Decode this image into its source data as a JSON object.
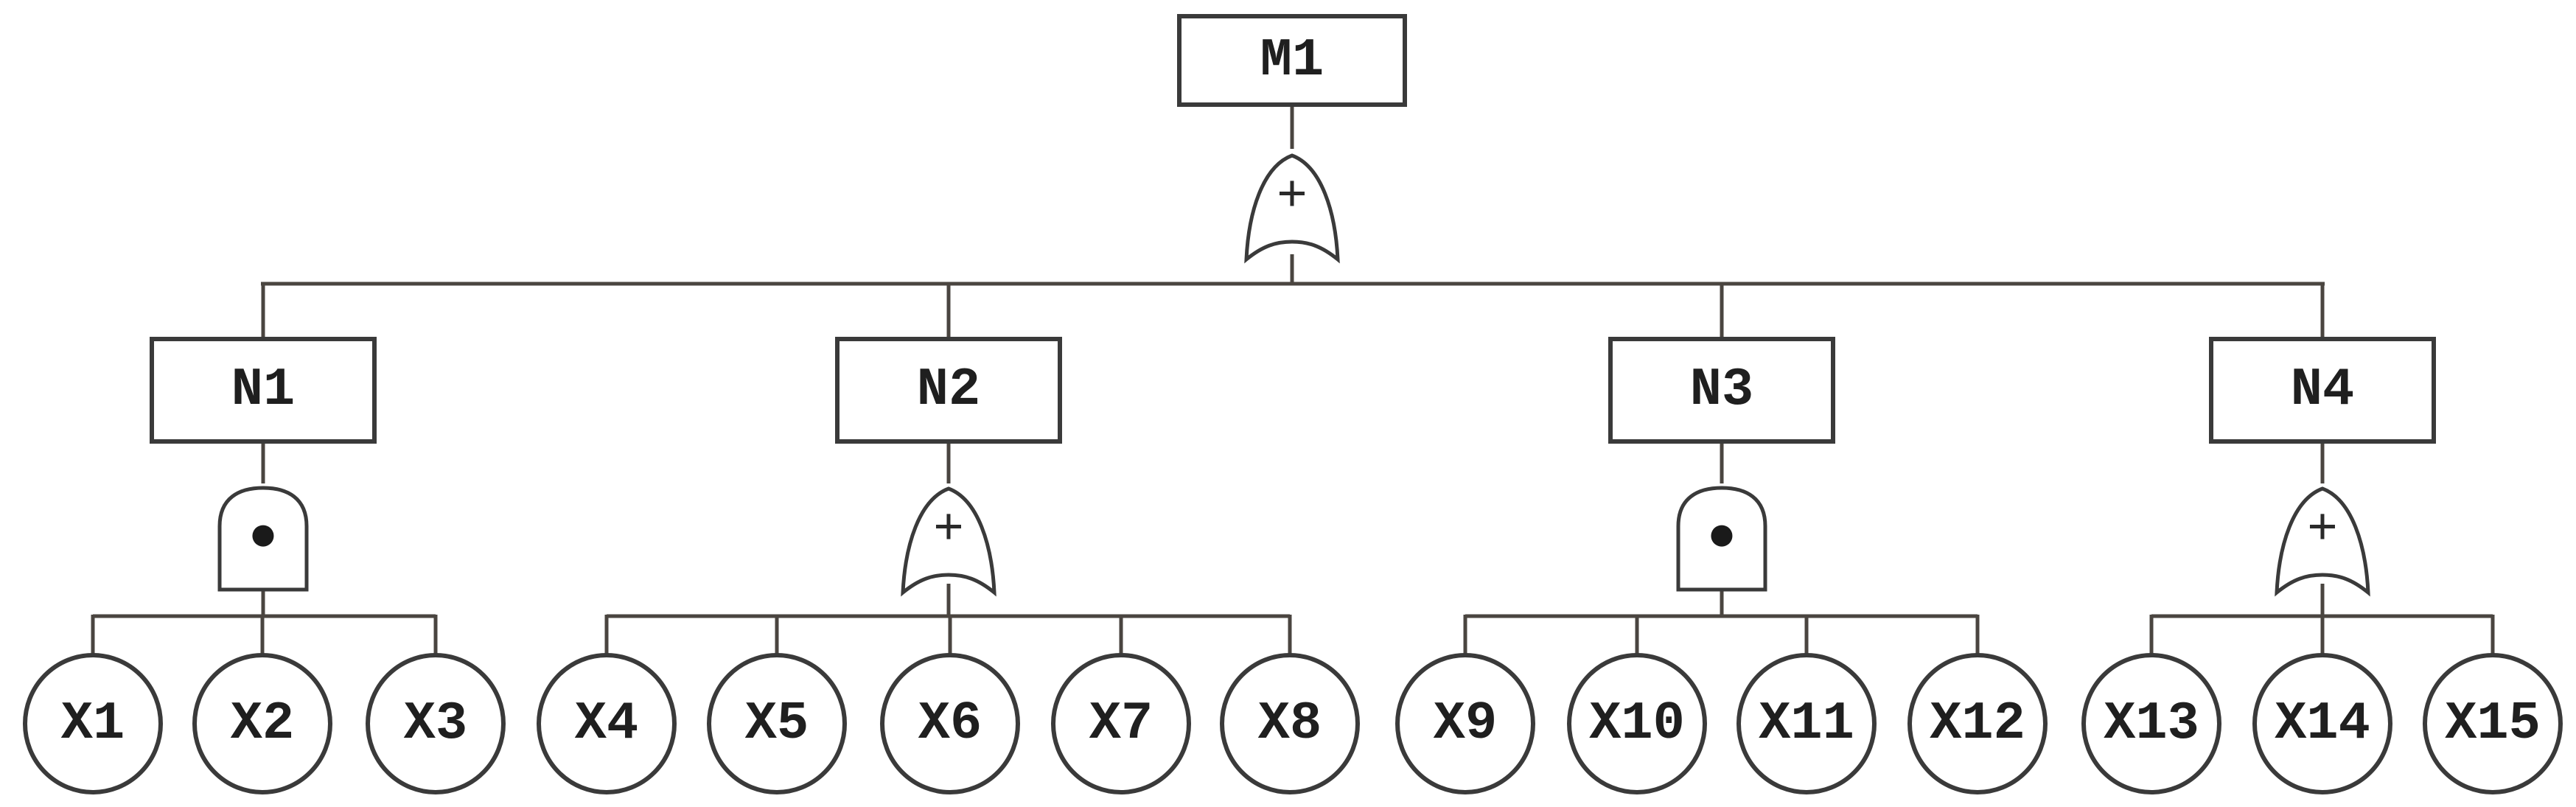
{
  "tree": {
    "root": {
      "id": "M1",
      "label": "M1",
      "gate": {
        "type": "OR",
        "symbol": "+"
      }
    },
    "branches": [
      {
        "id": "N1",
        "label": "N1",
        "gate": {
          "type": "AND",
          "symbol": "●"
        },
        "children": [
          "X1",
          "X2",
          "X3"
        ]
      },
      {
        "id": "N2",
        "label": "N2",
        "gate": {
          "type": "OR",
          "symbol": "+"
        },
        "children": [
          "X4",
          "X5",
          "X6",
          "X7",
          "X8"
        ]
      },
      {
        "id": "N3",
        "label": "N3",
        "gate": {
          "type": "AND",
          "symbol": "●"
        },
        "children": [
          "X9",
          "X10",
          "X11",
          "X12"
        ]
      },
      {
        "id": "N4",
        "label": "N4",
        "gate": {
          "type": "OR",
          "symbol": "+"
        },
        "children": [
          "X13",
          "X14",
          "X15"
        ]
      }
    ],
    "basic_events": [
      {
        "id": "X1",
        "label": "X1"
      },
      {
        "id": "X2",
        "label": "X2"
      },
      {
        "id": "X3",
        "label": "X3"
      },
      {
        "id": "X4",
        "label": "X4"
      },
      {
        "id": "X5",
        "label": "X5"
      },
      {
        "id": "X6",
        "label": "X6"
      },
      {
        "id": "X7",
        "label": "X7"
      },
      {
        "id": "X8",
        "label": "X8"
      },
      {
        "id": "X9",
        "label": "X9"
      },
      {
        "id": "X10",
        "label": "X10"
      },
      {
        "id": "X11",
        "label": "X11"
      },
      {
        "id": "X12",
        "label": "X12"
      },
      {
        "id": "X13",
        "label": "X13"
      },
      {
        "id": "X14",
        "label": "X14"
      },
      {
        "id": "X15",
        "label": "X15"
      }
    ]
  },
  "colors": {
    "background": "#ffffff",
    "connector": "#4a4540",
    "shape_stroke": "#3a3a3a",
    "text": "#1f1f1f"
  }
}
